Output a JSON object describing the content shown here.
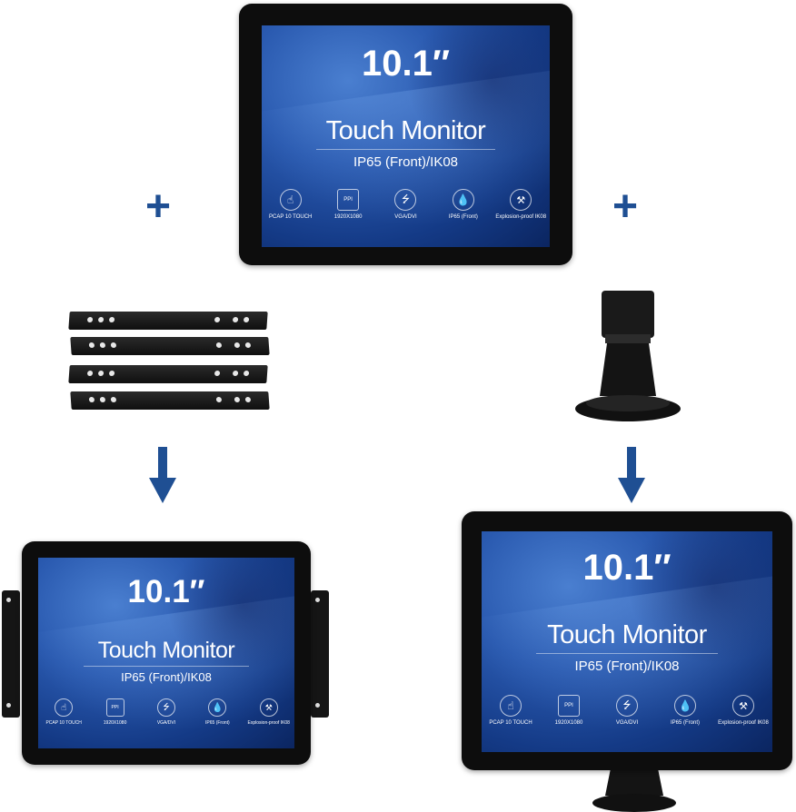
{
  "product": {
    "size": "10.1″",
    "title": "Touch Monitor",
    "subtitle": "IP65 (Front)/IK08",
    "features": [
      {
        "label": "PCAP 10 TOUCH",
        "icon": "touch-hand-icon"
      },
      {
        "label": "1920X1080",
        "icon": "ppi-icon"
      },
      {
        "label": "VGA/DVI",
        "icon": "usb-icon"
      },
      {
        "label": "IP65 (Front)",
        "icon": "water-drop-icon"
      },
      {
        "label": "Explosion-proof IK08",
        "icon": "hammer-icon"
      }
    ]
  },
  "symbols": {
    "plus": "+",
    "ppi": "PPI"
  },
  "colors": {
    "accent": "#1f4f93",
    "bezel": "#0d0d0d",
    "screen": "#1d4aa0"
  }
}
